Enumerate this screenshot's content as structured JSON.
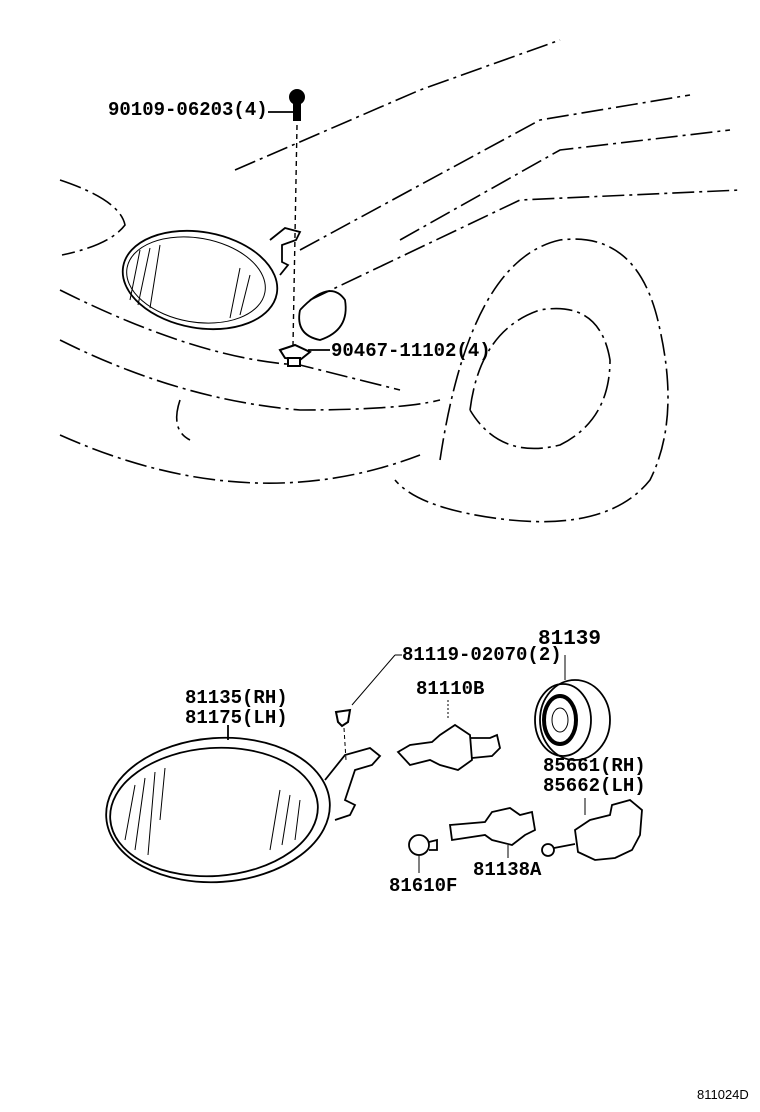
{
  "diagram": {
    "callouts": {
      "bolt": "90109-06203(4)",
      "nut": "90467-11102(4)",
      "screw": "81119-02070(2)",
      "socket_cover": "81139",
      "headlamp_rh": "81135(RH)",
      "headlamp_lh": "81175(LH)",
      "bulb_main": "81110B",
      "socket_sub_rh": "85661(RH)",
      "socket_sub_lh": "85662(LH)",
      "bulb_small": "81610F",
      "socket_small": "81138A"
    },
    "figure_number": "811024D"
  }
}
